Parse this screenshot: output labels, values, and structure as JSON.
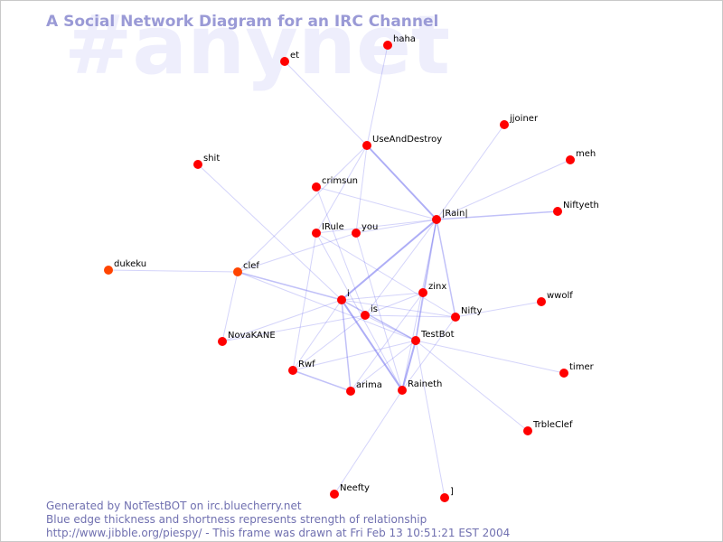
{
  "watermark": "#anynet",
  "title": "A Social Network Diagram for an IRC Channel",
  "colors": {
    "node": "#ff0000",
    "node_alt": "#ff4400",
    "edge": "#6666ee",
    "title": "#9a9ad6",
    "footer": "#7070b0",
    "watermark": "#eeeefc"
  },
  "nodes": [
    {
      "id": "haha",
      "label": "haha"
    },
    {
      "id": "et",
      "label": "et"
    },
    {
      "id": "jjoiner",
      "label": "jjoiner"
    },
    {
      "id": "UseAndDestroy",
      "label": "UseAndDestroy"
    },
    {
      "id": "meh",
      "label": "meh"
    },
    {
      "id": "shit",
      "label": "shit"
    },
    {
      "id": "crimsun",
      "label": "crimsun"
    },
    {
      "id": "Niftyeth",
      "label": "Niftyeth"
    },
    {
      "id": "Rain",
      "label": "|Rain|"
    },
    {
      "id": "IRule",
      "label": "IRule"
    },
    {
      "id": "you",
      "label": "you"
    },
    {
      "id": "dukeku",
      "label": "dukeku",
      "color": "node_alt"
    },
    {
      "id": "clef",
      "label": "clef",
      "color": "node_alt"
    },
    {
      "id": "zinx",
      "label": "zinx"
    },
    {
      "id": "i",
      "label": "i"
    },
    {
      "id": "wwolf",
      "label": "wwolf"
    },
    {
      "id": "is",
      "label": "is"
    },
    {
      "id": "Nifty",
      "label": "Nifty"
    },
    {
      "id": "NovaKANE",
      "label": "NovaKANE"
    },
    {
      "id": "TestBot",
      "label": "TestBot"
    },
    {
      "id": "Rwf",
      "label": "Rwf"
    },
    {
      "id": "timer",
      "label": "timer"
    },
    {
      "id": "arima",
      "label": "arima"
    },
    {
      "id": "Raineth",
      "label": "Raineth"
    },
    {
      "id": "TrbleClef",
      "label": "TrbleClef"
    },
    {
      "id": "Neefty",
      "label": "Neefty"
    },
    {
      "id": "bracket",
      "label": "]"
    }
  ],
  "edges": [
    {
      "from": "et",
      "to": "UseAndDestroy",
      "weight": 1
    },
    {
      "from": "haha",
      "to": "UseAndDestroy",
      "weight": 1
    },
    {
      "from": "UseAndDestroy",
      "to": "Rain",
      "weight": 2
    },
    {
      "from": "UseAndDestroy",
      "to": "IRule",
      "weight": 1
    },
    {
      "from": "UseAndDestroy",
      "to": "you",
      "weight": 1
    },
    {
      "from": "UseAndDestroy",
      "to": "clef",
      "weight": 1
    },
    {
      "from": "jjoiner",
      "to": "Rain",
      "weight": 1
    },
    {
      "from": "meh",
      "to": "Rain",
      "weight": 1
    },
    {
      "from": "Niftyeth",
      "to": "Rain",
      "weight": 1.5
    },
    {
      "from": "crimsun",
      "to": "Rain",
      "weight": 1
    },
    {
      "from": "crimsun",
      "to": "is",
      "weight": 1
    },
    {
      "from": "shit",
      "to": "i",
      "weight": 1
    },
    {
      "from": "IRule",
      "to": "Rain",
      "weight": 1
    },
    {
      "from": "IRule",
      "to": "Raineth",
      "weight": 1
    },
    {
      "from": "IRule",
      "to": "Nifty",
      "weight": 1
    },
    {
      "from": "IRule",
      "to": "Rwf",
      "weight": 1
    },
    {
      "from": "you",
      "to": "Rain",
      "weight": 1
    },
    {
      "from": "you",
      "to": "clef",
      "weight": 1
    },
    {
      "from": "you",
      "to": "Raineth",
      "weight": 1
    },
    {
      "from": "Rain",
      "to": "i",
      "weight": 2
    },
    {
      "from": "Rain",
      "to": "TestBot",
      "weight": 1.5
    },
    {
      "from": "Rain",
      "to": "Nifty",
      "weight": 1.5
    },
    {
      "from": "Rain",
      "to": "zinx",
      "weight": 1
    },
    {
      "from": "Rain",
      "to": "is",
      "weight": 1
    },
    {
      "from": "Rain",
      "to": "Raineth",
      "weight": 1
    },
    {
      "from": "dukeku",
      "to": "clef",
      "weight": 1
    },
    {
      "from": "clef",
      "to": "i",
      "weight": 1.5
    },
    {
      "from": "clef",
      "to": "NovaKANE",
      "weight": 1
    },
    {
      "from": "clef",
      "to": "TestBot",
      "weight": 1
    },
    {
      "from": "i",
      "to": "TestBot",
      "weight": 1.5
    },
    {
      "from": "i",
      "to": "Raineth",
      "weight": 2
    },
    {
      "from": "i",
      "to": "arima",
      "weight": 1.5
    },
    {
      "from": "i",
      "to": "Rwf",
      "weight": 1
    },
    {
      "from": "i",
      "to": "zinx",
      "weight": 1
    },
    {
      "from": "i",
      "to": "NovaKANE",
      "weight": 1
    },
    {
      "from": "i",
      "to": "Nifty",
      "weight": 1
    },
    {
      "from": "is",
      "to": "Nifty",
      "weight": 1
    },
    {
      "from": "is",
      "to": "TestBot",
      "weight": 1
    },
    {
      "from": "is",
      "to": "NovaKANE",
      "weight": 1
    },
    {
      "from": "is",
      "to": "zinx",
      "weight": 1
    },
    {
      "from": "is",
      "to": "Rwf",
      "weight": 1
    },
    {
      "from": "wwolf",
      "to": "Nifty",
      "weight": 1
    },
    {
      "from": "zinx",
      "to": "TestBot",
      "weight": 1
    },
    {
      "from": "zinx",
      "to": "arima",
      "weight": 1
    },
    {
      "from": "TestBot",
      "to": "Raineth",
      "weight": 2
    },
    {
      "from": "TestBot",
      "to": "Rwf",
      "weight": 1
    },
    {
      "from": "TestBot",
      "to": "arima",
      "weight": 1
    },
    {
      "from": "TestBot",
      "to": "timer",
      "weight": 1
    },
    {
      "from": "TestBot",
      "to": "TrbleClef",
      "weight": 1
    },
    {
      "from": "TestBot",
      "to": "bracket",
      "weight": 1
    },
    {
      "from": "Rwf",
      "to": "arima",
      "weight": 1.5
    },
    {
      "from": "Raineth",
      "to": "Neefty",
      "weight": 1
    },
    {
      "from": "Raineth",
      "to": "Nifty",
      "weight": 1
    }
  ],
  "footer": {
    "line1": "Generated by NotTestBOT on irc.bluecherry.net",
    "line2": "Blue edge thickness and shortness represents strength of relationship",
    "line3": "http://www.jibble.org/piespy/ - This frame was drawn at Fri Feb 13 10:51:21 EST 2004"
  }
}
